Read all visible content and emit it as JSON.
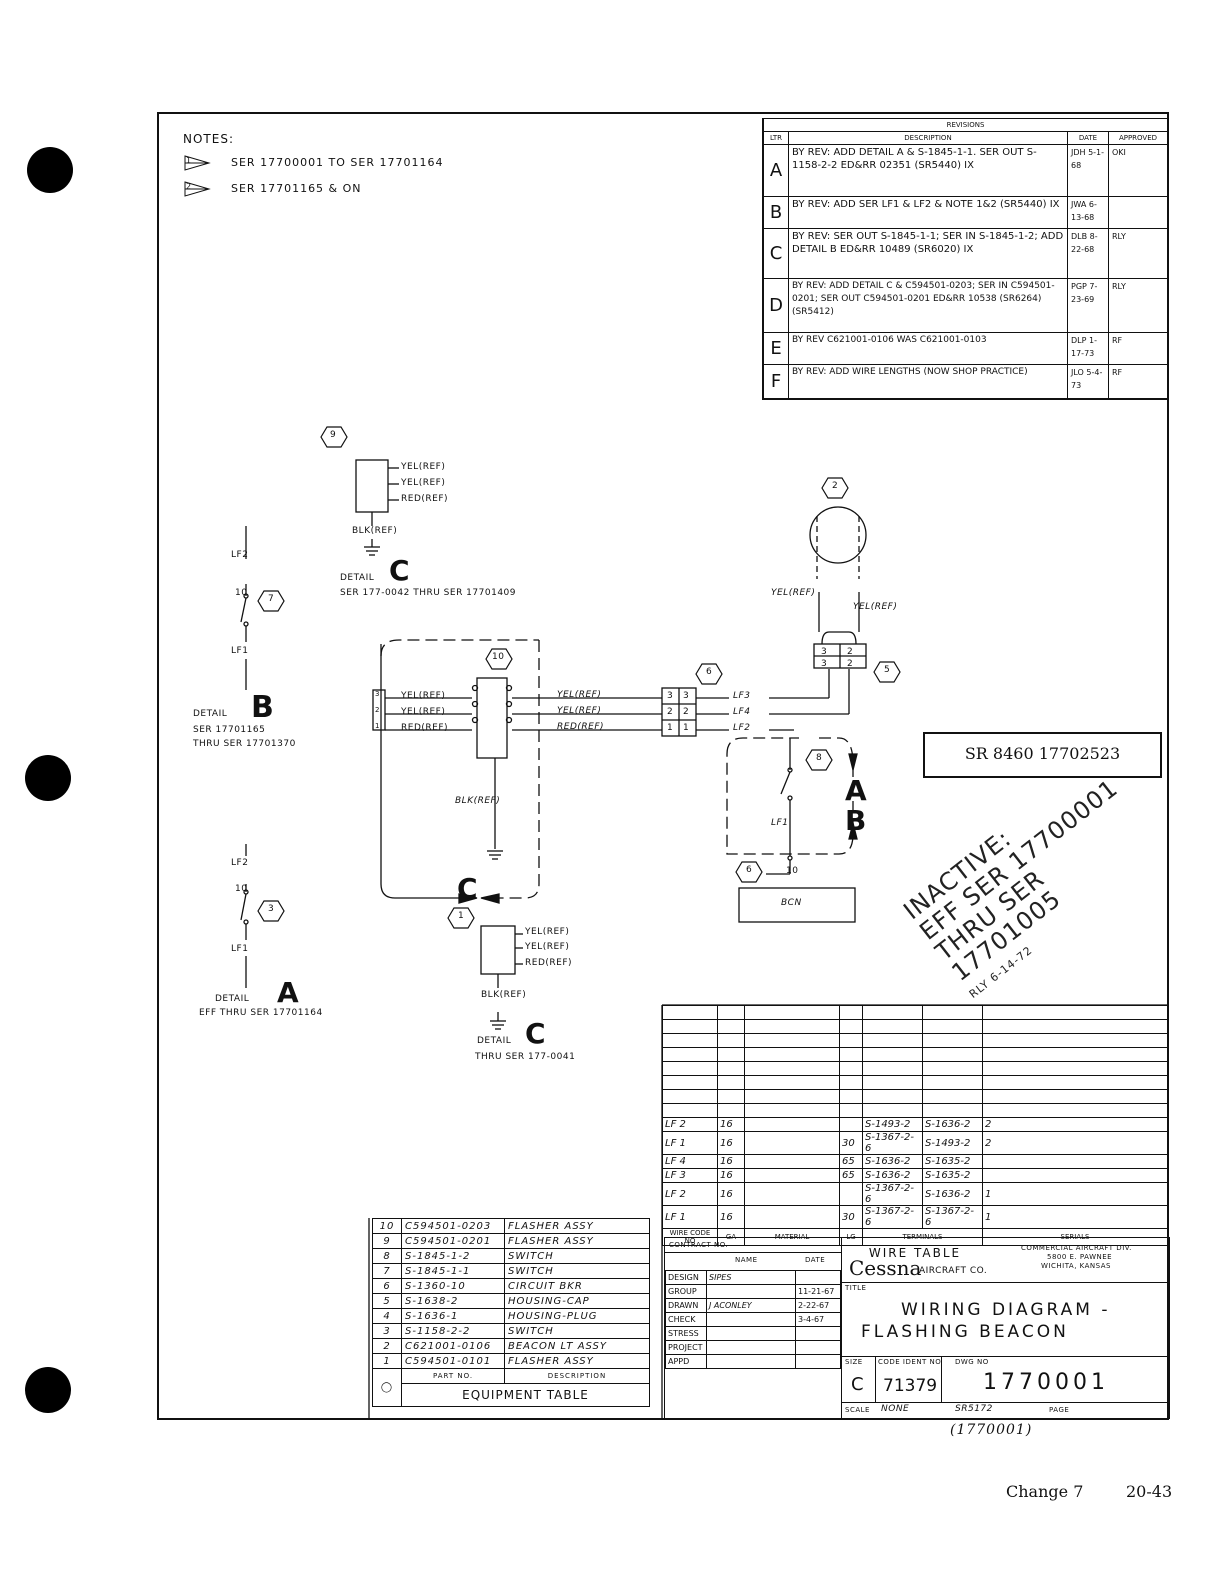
{
  "notes": {
    "title": "NOTES:",
    "items": [
      {
        "marker": "1",
        "text": "SER 17700001 TO SER 17701164"
      },
      {
        "marker": "2",
        "text": "SER 17701165 & ON"
      }
    ]
  },
  "revisions": {
    "title": "REVISIONS",
    "headers": [
      "LTR",
      "DESCRIPTION",
      "DATE",
      "APPROVED"
    ],
    "rows": [
      {
        "ltr": "A",
        "desc": "BY REV: ADD DETAIL A & S-1845-1-1. SER OUT S-1158-2-2 ED&RR 02351 (SR5440) IX",
        "date": "JDH 5-1-68",
        "approved": "OKI"
      },
      {
        "ltr": "B",
        "desc": "BY REV: ADD SER LF1 & LF2 & NOTE 1&2 (SR5440) IX",
        "date": "JWA 6-13-68",
        "approved": ""
      },
      {
        "ltr": "C",
        "desc": "BY REV: SER OUT S-1845-1-1; SER IN S-1845-1-2; ADD DETAIL B ED&RR 10489 (SR6020) IX",
        "date": "DLB 8-22-68",
        "approved": "RLY"
      },
      {
        "ltr": "D",
        "desc": "BY REV: ADD DETAIL C & C594501-0203; SER IN C594501-0201; SER OUT C594501-0201 ED&RR 10538 (SR6264) (SR5412)",
        "date": "PGP 7-23-69",
        "approved": "RLY"
      },
      {
        "ltr": "E",
        "desc": "BY REV C621001-0106 WAS C621001-0103",
        "date": "DLP 1-17-73",
        "approved": "RF"
      },
      {
        "ltr": "F",
        "desc": "BY REV: ADD WIRE LENGTHS (NOW SHOP PRACTICE)",
        "date": "JLO 5-4-73",
        "approved": "RF"
      }
    ]
  },
  "diagram": {
    "ref_yel": "YEL(REF)",
    "ref_red": "RED(REF)",
    "ref_blk": "BLK(REF)",
    "detail_label": "DETAIL",
    "detail_c_top_serial": "SER 177-0042 THRU SER 17701409",
    "detail_c_bottom_serial": "THRU SER 177-0041",
    "detail_b_serial_1": "SER 17701165",
    "detail_b_serial_2": "THRU SER 17701370",
    "detail_a_serial": "EFF THRU SER 17701164",
    "lf1": "LF1",
    "lf2": "LF2",
    "lf3": "LF3",
    "lf4": "LF4",
    "bcn": "BCN",
    "sw_lead": "10",
    "letter_a": "A",
    "letter_b": "B",
    "letter_c": "C",
    "pins": [
      "3",
      "2",
      "1"
    ],
    "items": {
      "i1": "1",
      "i2": "2",
      "i3": "3",
      "i5": "5",
      "i6": "6",
      "i7": "7",
      "i8": "8",
      "i9": "9",
      "i10": "10"
    }
  },
  "sr_box": "SR 8460 17702523",
  "stamp": {
    "line1": "INACTIVE:",
    "line2": "EFF SER 17700001",
    "line3": "THRU SER 17701005",
    "initials": "RLY 6-14-72"
  },
  "wire_table": {
    "title": "WIRE TABLE",
    "headers": [
      "WIRE CODE NO",
      "GA",
      "MATERIAL",
      "LG",
      "TERMINALS",
      "SERIALS"
    ],
    "rows": [
      {
        "code": "LF 2",
        "ga": "16",
        "lg": "",
        "t1": "S-1493-2",
        "t2": "S-1636-2",
        "serial": "2"
      },
      {
        "code": "LF 1",
        "ga": "16",
        "lg": "30",
        "t1": "S-1367-2-6",
        "t2": "S-1493-2",
        "serial": "2"
      },
      {
        "code": "LF 4",
        "ga": "16",
        "lg": "65",
        "t1": "S-1636-2",
        "t2": "S-1635-2",
        "serial": ""
      },
      {
        "code": "LF 3",
        "ga": "16",
        "lg": "65",
        "t1": "S-1636-2",
        "t2": "S-1635-2",
        "serial": ""
      },
      {
        "code": "LF 2",
        "ga": "16",
        "lg": "",
        "t1": "S-1367-2-6",
        "t2": "S-1636-2",
        "serial": "1"
      },
      {
        "code": "LF 1",
        "ga": "16",
        "lg": "30",
        "t1": "S-1367-2-6",
        "t2": "S-1367-2-6",
        "serial": "1"
      }
    ]
  },
  "equipment_table": {
    "title": "EQUIPMENT TABLE",
    "headers": [
      "PART NO.",
      "DESCRIPTION"
    ],
    "rows": [
      {
        "item": "10",
        "part": "C594501-0203",
        "desc": "FLASHER ASSY"
      },
      {
        "item": "9",
        "part": "C594501-0201",
        "desc": "FLASHER ASSY"
      },
      {
        "item": "8",
        "part": "S-1845-1-2",
        "desc": "SWITCH"
      },
      {
        "item": "7",
        "part": "S-1845-1-1",
        "desc": "SWITCH"
      },
      {
        "item": "6",
        "part": "S-1360-10",
        "desc": "CIRCUIT BKR"
      },
      {
        "item": "5",
        "part": "S-1638-2",
        "desc": "HOUSING-CAP"
      },
      {
        "item": "4",
        "part": "S-1636-1",
        "desc": "HOUSING-PLUG"
      },
      {
        "item": "3",
        "part": "S-1158-2-2",
        "desc": "SWITCH"
      },
      {
        "item": "2",
        "part": "C621001-0106",
        "desc": "BEACON LT ASSY"
      },
      {
        "item": "1",
        "part": "C594501-0101",
        "desc": "FLASHER ASSY"
      }
    ]
  },
  "title_block": {
    "contract": "CONTRACT NO.",
    "name_hdr": "NAME",
    "date_hdr": "DATE",
    "roles": [
      {
        "role": "DESIGN",
        "name": "SIPES",
        "date": ""
      },
      {
        "role": "GROUP",
        "name": "",
        "date": "11-21-67"
      },
      {
        "role": "DRAWN",
        "name": "J ACONLEY",
        "date": "2-22-67"
      },
      {
        "role": "CHECK",
        "name": "",
        "date": "3-4-67"
      },
      {
        "role": "STRESS",
        "name": "",
        "date": ""
      },
      {
        "role": "PROJECT",
        "name": "",
        "date": ""
      },
      {
        "role": "APPD",
        "name": "",
        "date": ""
      }
    ],
    "company_logo": "Cessna",
    "company": "AIRCRAFT CO.",
    "division": "COMMERCIAL AIRCRAFT DIV.",
    "address1": "5800 E. PAWNEE",
    "address2": "WICHITA, KANSAS",
    "title_label": "TITLE",
    "title1": "WIRING DIAGRAM -",
    "title2": "FLASHING BEACON",
    "size_label": "SIZE",
    "size": "C",
    "code_label": "CODE IDENT NO",
    "code": "71379",
    "dwg_label": "DWG NO",
    "dwg": "1770001",
    "scale_label": "SCALE",
    "scale": "NONE",
    "sr_ref": "SR5172",
    "page_label": "PAGE",
    "page": "",
    "handwritten": "(1770001)"
  },
  "footer": {
    "change": "Change 7",
    "page": "20-43"
  }
}
